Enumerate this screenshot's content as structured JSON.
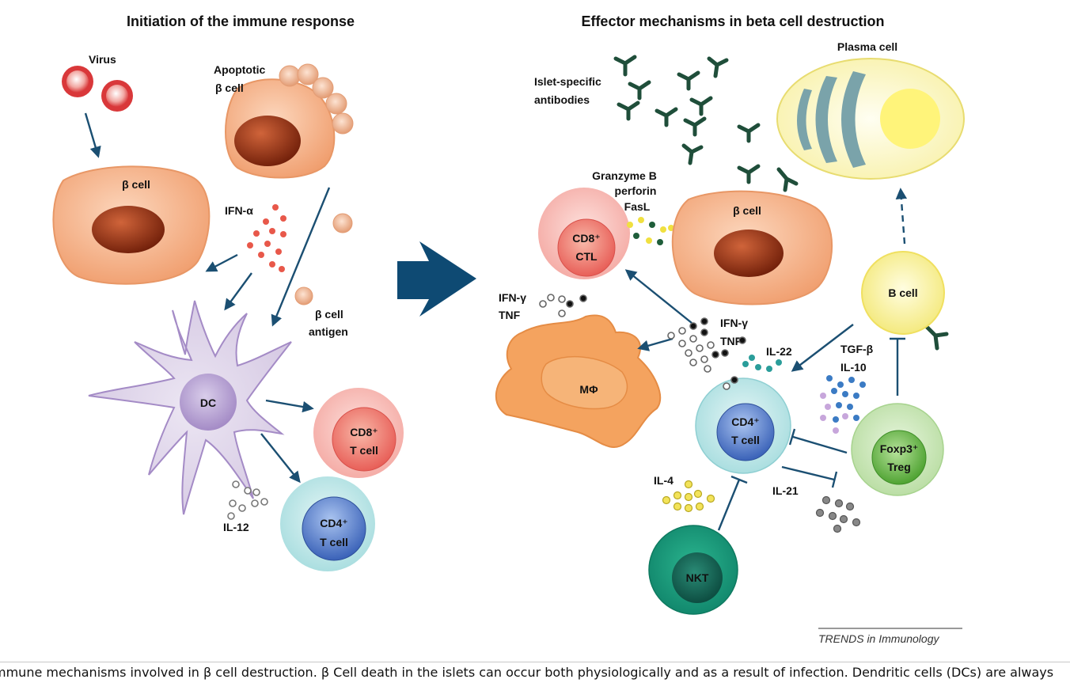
{
  "panels": {
    "left_title": "Initiation of the immune response",
    "right_title": "Effector mechanisms in beta cell destruction"
  },
  "labels": {
    "virus": "Virus",
    "apoptotic_line1": "Apoptotic",
    "apoptotic_line2": "β cell",
    "beta_cell": "β cell",
    "ifn_alpha": "IFN-α",
    "beta_antigen_line1": "β cell",
    "beta_antigen_line2": "antigen",
    "dc": "DC",
    "cd8_line1": "CD8⁺",
    "cd8_line2": "T cell",
    "cd4_line1": "CD4⁺",
    "cd4_line2": "T cell",
    "il12": "IL-12",
    "plasma_cell": "Plasma cell",
    "islet_ab_line1": "Islet-specific",
    "islet_ab_line2": "antibodies",
    "granzyme_line1": "Granzyme B",
    "granzyme_line2": "perforin",
    "granzyme_line3": "FasL",
    "ctl_line1": "CD8⁺",
    "ctl_line2": "CTL",
    "beta_cell_right": "β cell",
    "b_cell": "B cell",
    "ifn_gamma_left_line1": "IFN-γ",
    "ifn_gamma_left_line2": "TNF",
    "macrophage": "MΦ",
    "ifn_gamma_mid_line1": "IFN-γ",
    "ifn_gamma_mid_line2": "TNF",
    "il22": "IL-22",
    "tgf_line1": "TGF-β",
    "tgf_line2": "IL-10",
    "cd4_right_line1": "CD4⁺",
    "cd4_right_line2": "T cell",
    "treg_line1": "Foxp3⁺",
    "treg_line2": "Treg",
    "il4": "IL-4",
    "il21": "IL-21",
    "nkt": "NKT",
    "trends": "TRENDS in Immunology"
  },
  "caption": "mmune mechanisms involved in β cell destruction. β Cell death in the islets can occur both physiologically and as a result of infection. Dendritic cells (DCs) are always",
  "colors": {
    "arrow": "#1b4f72",
    "beta_cell": "#f4b088",
    "nucleus": "#8b2a0e",
    "ifn_alpha_dots": "#e8584a",
    "cd8": "#f08a84",
    "cd4": "#4f78c9",
    "treg": "#6cbb4a",
    "nkt": "#1aa889",
    "bcell": "#f6ec6a",
    "macrophage": "#f4a35f",
    "antibody": "#1f4e3a",
    "il22": "#2a9d9a",
    "il10": "#3b7bc4"
  }
}
